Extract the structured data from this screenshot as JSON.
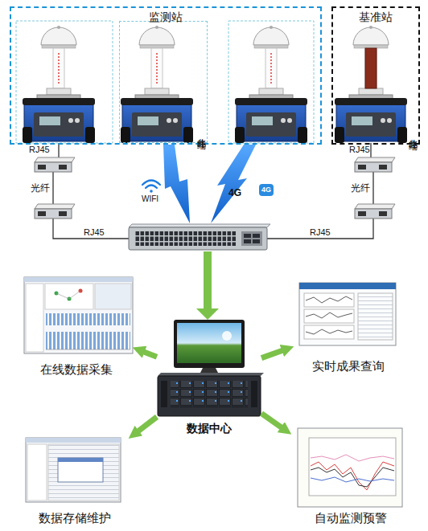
{
  "diagram": {
    "nodes": [
      {
        "text": [
          "监测站"
        ]
      },
      {
        "text": [
          "北斗终端"
        ],
        "in": 0
      },
      {
        "text": [
          "基准站"
        ]
      },
      {
        "text": [
          "北斗终端"
        ],
        "in": 2
      },
      {
        "text": [
          "数据中心"
        ]
      },
      {
        "text": [
          "在线数据采集"
        ]
      },
      {
        "text": [
          "实时成果查询"
        ]
      },
      {
        "text": [
          "数据存储维护"
        ]
      },
      {
        "text": [
          "自动监测预警"
        ]
      }
    ],
    "edges": [
      {
        "from": 4,
        "to": 5,
        "arrow": "to"
      },
      {
        "from": 4,
        "to": 6,
        "arrow": "to"
      },
      {
        "from": 4,
        "to": 7,
        "arrow": "to"
      },
      {
        "from": 4,
        "to": 8,
        "arrow": "to"
      }
    ],
    "labels": [
      "RJ45",
      "光纤",
      "RJ45",
      "WIFI",
      "4G",
      "4G",
      "RJ45",
      "光纤",
      "RJ45"
    ]
  }
}
